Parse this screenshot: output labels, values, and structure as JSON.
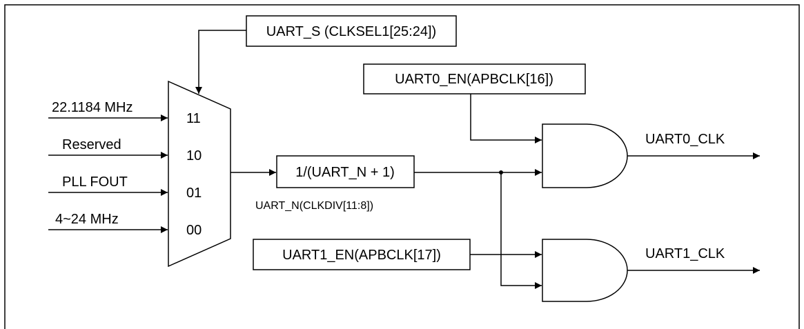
{
  "inputs": [
    {
      "label": "22.1184 MHz",
      "select": "11"
    },
    {
      "label": "Reserved",
      "select": "10"
    },
    {
      "label": "PLL FOUT",
      "select": "01"
    },
    {
      "label": "4~24 MHz",
      "select": "00"
    }
  ],
  "mux_select": "UART_S (CLKSEL1[25:24])",
  "divider": {
    "label": "1/(UART_N + 1)",
    "register": "UART_N(CLKDIV[11:8])"
  },
  "enables": {
    "uart0": "UART0_EN(APBCLK[16])",
    "uart1": "UART1_EN(APBCLK[17])"
  },
  "outputs": {
    "uart0": "UART0_CLK",
    "uart1": "UART1_CLK"
  },
  "colors": {
    "line": "#000000",
    "background": "#ffffff"
  }
}
